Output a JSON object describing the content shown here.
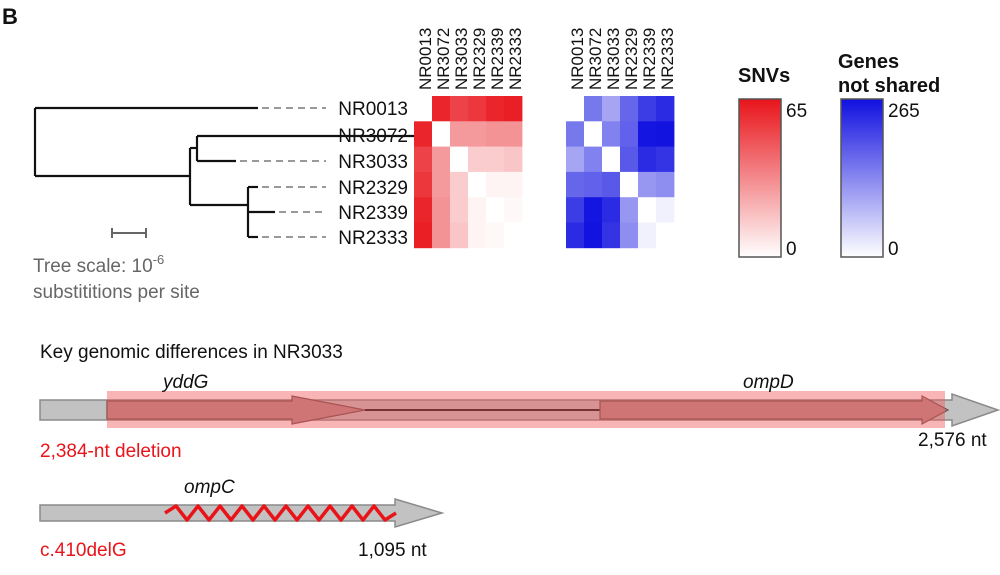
{
  "panel_label": "B",
  "strains": [
    "NR0013",
    "NR3072",
    "NR3033",
    "NR2329",
    "NR2339",
    "NR2333"
  ],
  "tree_scale": {
    "line1_prefix": "Tree scale: 10",
    "exponent": "-6",
    "line2": "substititions per site"
  },
  "snv_legend": {
    "title": "SNVs",
    "max_label": "65",
    "min_label": "0",
    "max": 65,
    "color": "#e8141a"
  },
  "genes_legend": {
    "title_line1": "Genes",
    "title_line2": "not shared",
    "max_label": "265",
    "min_label": "0",
    "max": 265,
    "color": "#1010e0"
  },
  "snv_matrix": [
    [
      0,
      60,
      52,
      55,
      60,
      62
    ],
    [
      60,
      0,
      28,
      28,
      30,
      30
    ],
    [
      52,
      28,
      0,
      14,
      14,
      16
    ],
    [
      55,
      28,
      14,
      0,
      3,
      3
    ],
    [
      60,
      30,
      14,
      3,
      0,
      2
    ],
    [
      62,
      30,
      16,
      3,
      2,
      0
    ]
  ],
  "genes_matrix": [
    [
      0,
      150,
      100,
      170,
      215,
      235
    ],
    [
      150,
      0,
      140,
      175,
      260,
      262
    ],
    [
      100,
      140,
      0,
      185,
      235,
      225
    ],
    [
      170,
      175,
      185,
      0,
      115,
      125
    ],
    [
      215,
      260,
      235,
      115,
      0,
      15
    ],
    [
      235,
      262,
      225,
      125,
      15,
      0
    ]
  ],
  "genomic": {
    "title": "Key genomic differences in NR3033",
    "gene1_left": "yddG",
    "gene1_right": "ompD",
    "deletion_label": "2,384-nt deletion",
    "length1": "2,576 nt",
    "gene2": "ompC",
    "mutation_label": "c.410delG",
    "length2": "1,095 nt"
  }
}
